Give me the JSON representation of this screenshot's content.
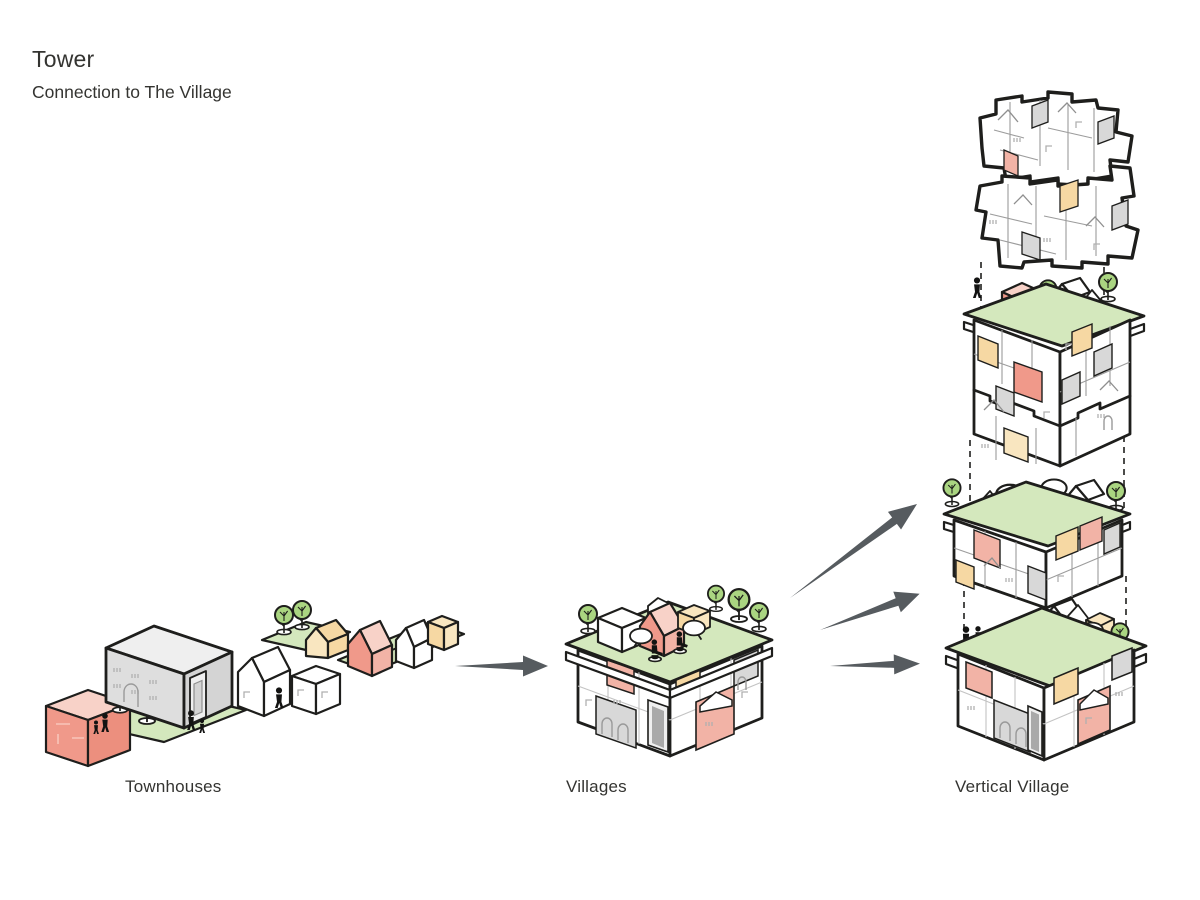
{
  "page": {
    "title": "Tower",
    "subtitle": "Connection to The Village"
  },
  "stages": [
    {
      "id": "townhouses",
      "label": "Townhouses"
    },
    {
      "id": "villages",
      "label": "Villages"
    },
    {
      "id": "vertical-village",
      "label": "Vertical Village"
    }
  ],
  "arrows": {
    "townhouses_to_villages_count": 1,
    "villages_to_vertical_village_count": 3,
    "style": "tapered-gray-arrow"
  },
  "vertical_village": {
    "stacked_blocks": 4,
    "connector_style": "vertical-dashed-lines"
  },
  "icons": {
    "tree-icon": "circle-canopy-on-trunk",
    "person-icon": "black-silhouette",
    "speech-bubble-icon": "white-ellipse-with-tail"
  },
  "colors": {
    "background": "#ffffff",
    "text": "#343431",
    "outline": "#1e1e1c",
    "arrow": "#565b5f",
    "grass": "#d4e8bd",
    "tree": "#aad581",
    "pink": "#f0998a",
    "pinkLight": "#f8d2c8",
    "pinkPanel": "#f2b3a6",
    "tan": "#f6d8a3",
    "grayFacade": "#d8d8d8",
    "grayLight": "#efefef"
  }
}
